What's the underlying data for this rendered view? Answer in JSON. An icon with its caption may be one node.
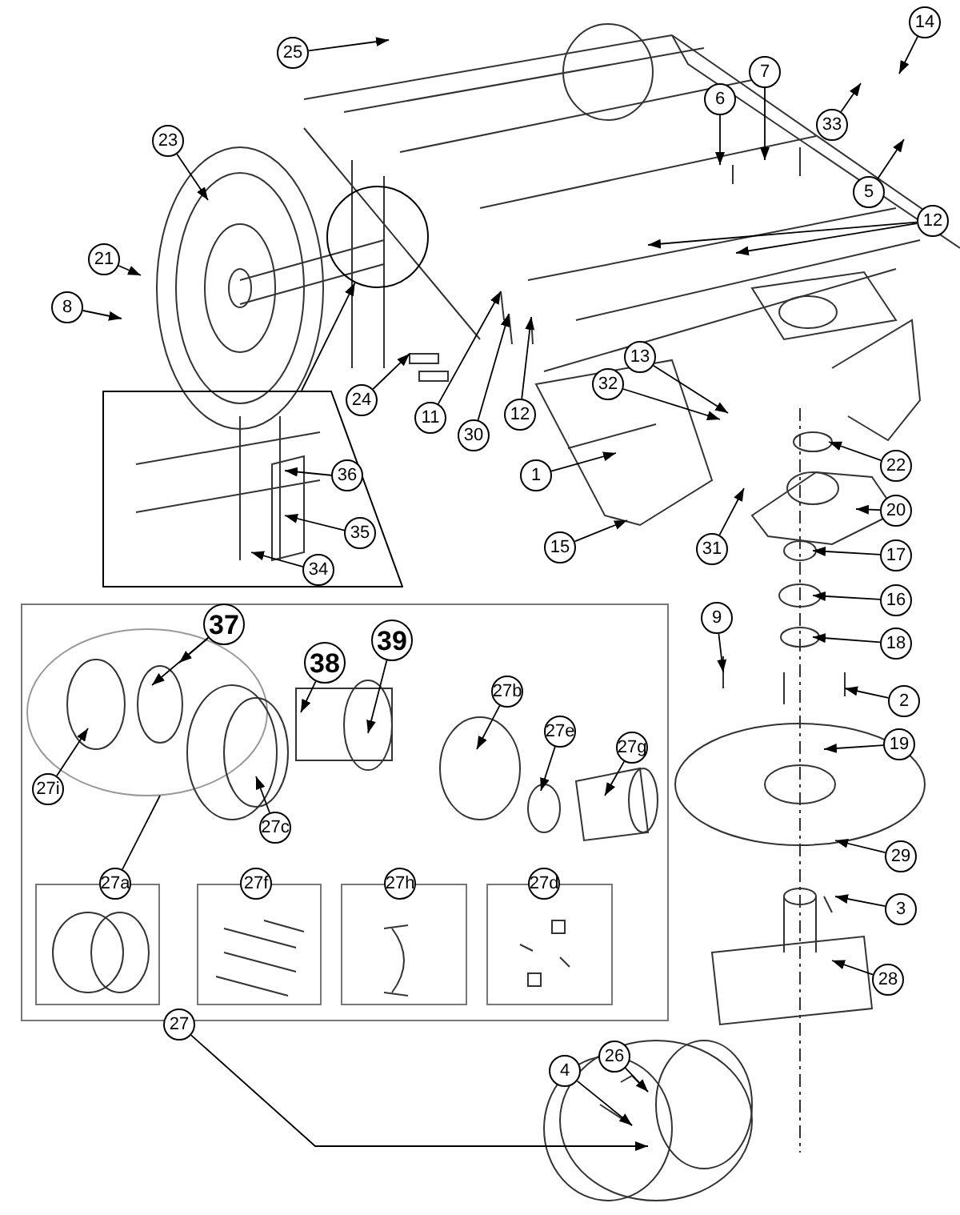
{
  "diagram": {
    "nodes": [
      {
        "text": [
          "25"
        ]
      },
      {
        "text": [
          "14"
        ]
      },
      {
        "text": [
          "7"
        ]
      },
      {
        "text": [
          "6"
        ]
      },
      {
        "text": [
          "33"
        ]
      },
      {
        "text": [
          "23"
        ]
      },
      {
        "text": [
          "12"
        ]
      },
      {
        "text": [
          "5"
        ]
      },
      {
        "text": [
          "21"
        ]
      },
      {
        "text": [
          "8"
        ]
      },
      {
        "text": [],
        "shape": "circle"
      },
      {
        "text": [
          "24"
        ]
      },
      {
        "text": [
          "11"
        ]
      },
      {
        "text": [
          "30"
        ]
      },
      {
        "text": [
          "12"
        ]
      },
      {
        "text": [],
        "shape": "box"
      },
      {
        "text": [
          "36"
        ],
        "in": 15
      },
      {
        "text": [
          "35"
        ],
        "in": 15
      },
      {
        "text": [
          "34"
        ],
        "in": 15
      },
      {
        "text": [
          "13"
        ]
      },
      {
        "text": [
          "32"
        ]
      },
      {
        "text": [
          "1"
        ]
      },
      {
        "text": [
          "31"
        ]
      },
      {
        "text": [
          "15"
        ]
      },
      {
        "text": [
          "22"
        ]
      },
      {
        "text": [
          "20"
        ]
      },
      {
        "text": [
          "17"
        ]
      },
      {
        "text": [
          "16"
        ]
      },
      {
        "text": [
          "18"
        ]
      },
      {
        "text": [],
        "shape": "box"
      },
      {
        "text": [
          "37"
        ],
        "in": 29
      },
      {
        "text": [
          "38"
        ],
        "in": 29
      },
      {
        "text": [
          "39"
        ],
        "in": 29
      },
      {
        "text": [
          "27b"
        ],
        "in": 29
      },
      {
        "text": [
          "27e"
        ],
        "in": 29
      },
      {
        "text": [
          "27g"
        ],
        "in": 29
      },
      {
        "text": [
          "27i"
        ],
        "in": 29
      },
      {
        "text": [
          "27c"
        ],
        "in": 29
      },
      {
        "text": [],
        "shape": "box",
        "in": 29
      },
      {
        "text": [
          "27a"
        ],
        "in": 29
      },
      {
        "text": [],
        "shape": "box",
        "in": 29
      },
      {
        "text": [
          "27f"
        ],
        "in": 29
      },
      {
        "text": [],
        "shape": "box",
        "in": 29
      },
      {
        "text": [
          "27h"
        ],
        "in": 29
      },
      {
        "text": [],
        "shape": "box",
        "in": 29
      },
      {
        "text": [
          "27d"
        ],
        "in": 29
      },
      {
        "text": [
          "9"
        ]
      },
      {
        "text": [
          "2"
        ]
      },
      {
        "text": [
          "19"
        ]
      },
      {
        "text": [
          "29"
        ]
      },
      {
        "text": [
          "3"
        ]
      },
      {
        "text": [
          "28"
        ]
      },
      {
        "text": [
          "27"
        ]
      },
      {
        "text": [
          "4"
        ]
      },
      {
        "text": [
          "26"
        ]
      }
    ],
    "edges": [
      {
        "from": 0,
        "to": null,
        "arrow": "to"
      },
      {
        "from": 1,
        "to": null,
        "arrow": "to"
      },
      {
        "from": 2,
        "to": null,
        "arrow": "to"
      },
      {
        "from": 3,
        "to": null,
        "arrow": "to"
      },
      {
        "from": 4,
        "to": null,
        "arrow": "to"
      },
      {
        "from": 5,
        "to": null,
        "arrow": "to"
      },
      {
        "from": 6,
        "to": null,
        "arrow": "to"
      },
      {
        "from": 6,
        "to": null,
        "arrow": "to"
      },
      {
        "from": 7,
        "to": null,
        "arrow": "to"
      },
      {
        "from": 8,
        "to": null,
        "arrow": "to"
      },
      {
        "from": 9,
        "to": null,
        "arrow": "to"
      },
      {
        "from": 15,
        "to": 10,
        "arrow": "to"
      },
      {
        "from": 11,
        "to": null,
        "arrow": "to"
      },
      {
        "from": 12,
        "to": null,
        "arrow": "to"
      },
      {
        "from": 13,
        "to": null,
        "arrow": "to"
      },
      {
        "from": 14,
        "to": null,
        "arrow": "to"
      },
      {
        "from": 16,
        "to": null,
        "arrow": "to"
      },
      {
        "from": 17,
        "to": null,
        "arrow": "to"
      },
      {
        "from": 18,
        "to": null,
        "arrow": "to"
      },
      {
        "from": 19,
        "to": null,
        "arrow": "to"
      },
      {
        "from": 20,
        "to": null,
        "arrow": "to"
      },
      {
        "from": 21,
        "to": null,
        "arrow": "to"
      },
      {
        "from": 22,
        "to": null,
        "arrow": "to"
      },
      {
        "from": 23,
        "to": null,
        "arrow": "to"
      },
      {
        "from": 24,
        "to": null,
        "arrow": "to"
      },
      {
        "from": 25,
        "to": null,
        "arrow": "to"
      },
      {
        "from": 26,
        "to": null,
        "arrow": "to"
      },
      {
        "from": 27,
        "to": null,
        "arrow": "to"
      },
      {
        "from": 28,
        "to": null,
        "arrow": "to"
      },
      {
        "from": 30,
        "to": null,
        "arrow": "to"
      },
      {
        "from": 30,
        "to": null,
        "arrow": "to"
      },
      {
        "from": 31,
        "to": null,
        "arrow": "to"
      },
      {
        "from": 32,
        "to": null,
        "arrow": "to"
      },
      {
        "from": 33,
        "to": null,
        "arrow": "to"
      },
      {
        "from": 34,
        "to": null,
        "arrow": "to"
      },
      {
        "from": 35,
        "to": null,
        "arrow": "to"
      },
      {
        "from": 36,
        "to": null,
        "arrow": "to"
      },
      {
        "from": 37,
        "to": null,
        "arrow": "to"
      },
      {
        "from": 39,
        "to": null,
        "arrow": "none"
      },
      {
        "from": 46,
        "to": null,
        "arrow": "to"
      },
      {
        "from": 47,
        "to": null,
        "arrow": "to"
      },
      {
        "from": 48,
        "to": null,
        "arrow": "to"
      },
      {
        "from": 49,
        "to": null,
        "arrow": "to"
      },
      {
        "from": 50,
        "to": null,
        "arrow": "to"
      },
      {
        "from": 51,
        "to": null,
        "arrow": "to"
      },
      {
        "from": 52,
        "to": null,
        "arrow": "to"
      },
      {
        "from": 53,
        "to": null,
        "arrow": "to"
      },
      {
        "from": 54,
        "to": null,
        "arrow": "to"
      }
    ]
  }
}
